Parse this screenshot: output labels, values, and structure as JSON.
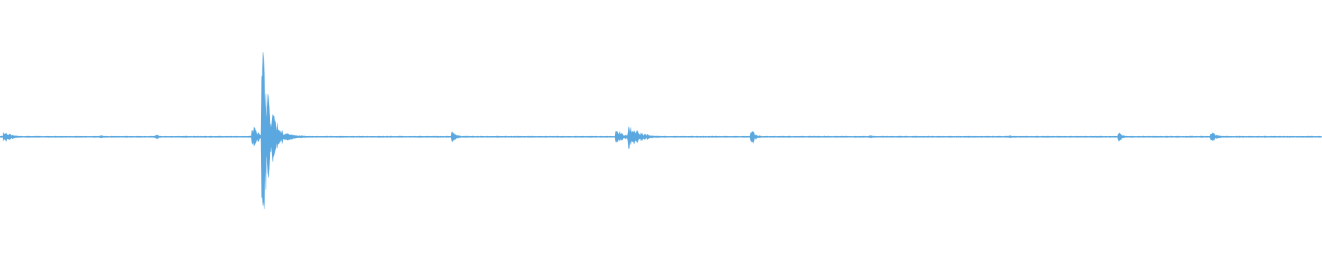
{
  "waveform": {
    "color": "#5aa8df",
    "background": "#ffffff",
    "duration_fraction_visible": 1.0,
    "peaks": [
      {
        "position": 0.004,
        "amplitude": 0.03,
        "decay": 0.006,
        "noise": 0.4
      },
      {
        "position": 0.077,
        "amplitude": 0.01,
        "decay": 0.002,
        "noise": 0.3
      },
      {
        "position": 0.119,
        "amplitude": 0.014,
        "decay": 0.002,
        "noise": 0.3
      },
      {
        "position": 0.192,
        "amplitude": 0.07,
        "decay": 0.003,
        "noise": 0.6
      },
      {
        "position": 0.199,
        "amplitude": 0.42,
        "decay": 0.006,
        "noise": 0.7
      },
      {
        "position": 0.205,
        "amplitude": 0.06,
        "decay": 0.01,
        "noise": 0.5
      },
      {
        "position": 0.228,
        "amplitude": 0.008,
        "decay": 0.004,
        "noise": 0.3
      },
      {
        "position": 0.343,
        "amplitude": 0.035,
        "decay": 0.003,
        "noise": 0.4
      },
      {
        "position": 0.467,
        "amplitude": 0.055,
        "decay": 0.004,
        "noise": 0.6
      },
      {
        "position": 0.476,
        "amplitude": 0.07,
        "decay": 0.008,
        "noise": 0.6
      },
      {
        "position": 0.569,
        "amplitude": 0.045,
        "decay": 0.003,
        "noise": 0.5
      },
      {
        "position": 0.659,
        "amplitude": 0.008,
        "decay": 0.003,
        "noise": 0.3
      },
      {
        "position": 0.765,
        "amplitude": 0.008,
        "decay": 0.003,
        "noise": 0.3
      },
      {
        "position": 0.847,
        "amplitude": 0.025,
        "decay": 0.003,
        "noise": 0.4
      },
      {
        "position": 0.917,
        "amplitude": 0.03,
        "decay": 0.004,
        "noise": 0.4
      }
    ],
    "baseline_noise": 0.004
  }
}
